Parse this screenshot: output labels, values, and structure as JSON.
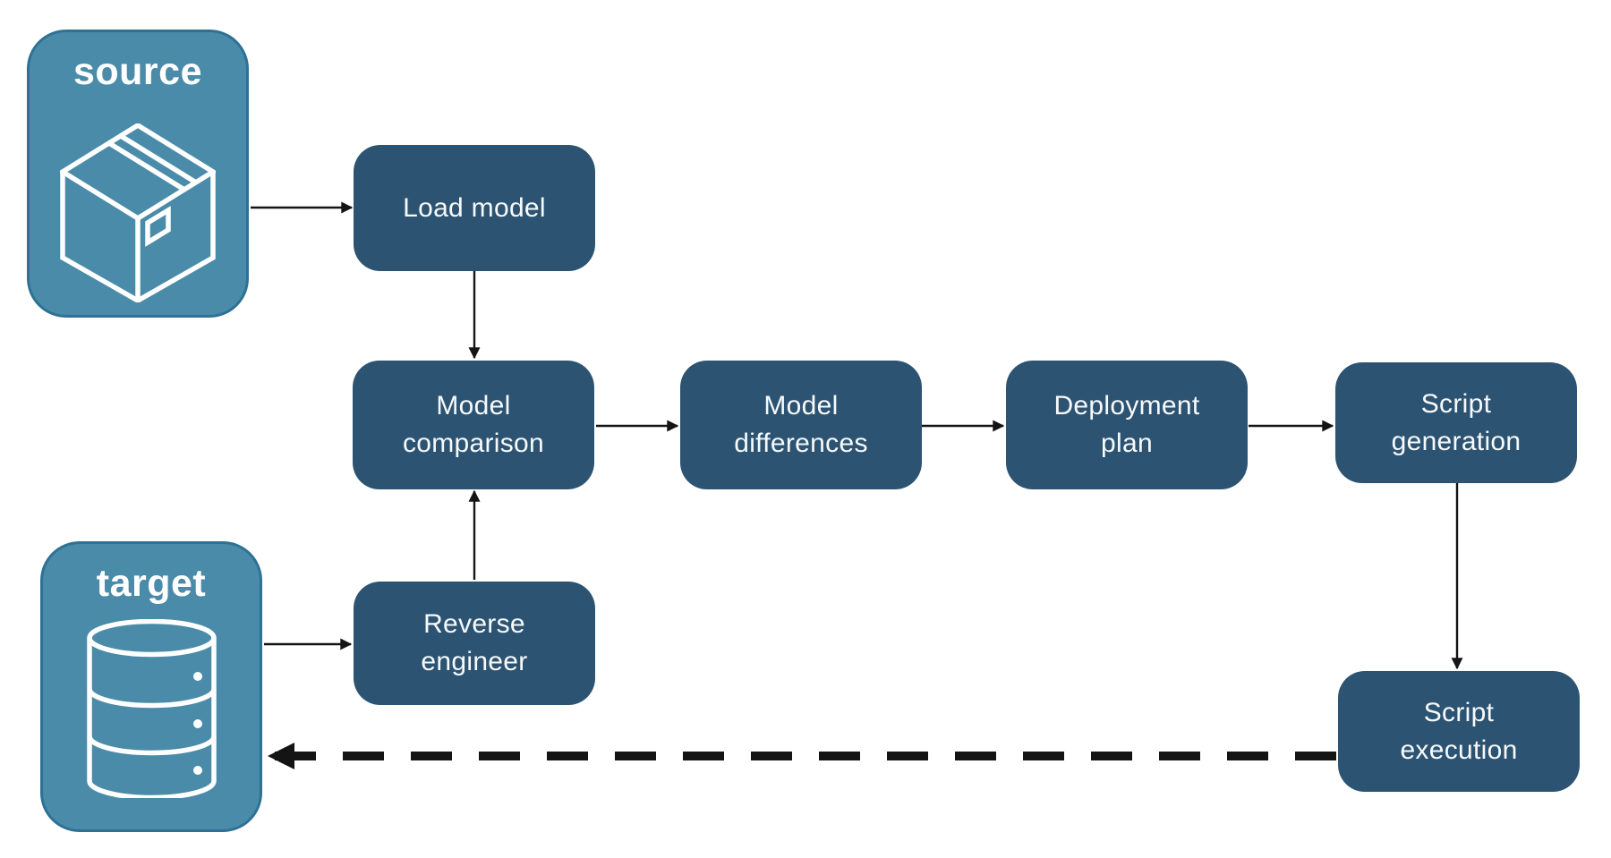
{
  "diagram": {
    "colors": {
      "background": "#ffffff",
      "entity_fill": "#4a8ba9",
      "entity_border": "#2e7195",
      "process_fill": "#2c5472",
      "label_color": "#f7f9fa",
      "arrow_color": "#141414"
    },
    "entities": [
      {
        "id": "source",
        "label": "source",
        "icon": "package-icon"
      },
      {
        "id": "target",
        "label": "target",
        "icon": "database-icon"
      }
    ],
    "processes": [
      {
        "id": "load-model",
        "label": "Load model"
      },
      {
        "id": "model-comparison",
        "label": "Model\ncomparison"
      },
      {
        "id": "model-differences",
        "label": "Model\ndifferences"
      },
      {
        "id": "deployment-plan",
        "label": "Deployment\nplan"
      },
      {
        "id": "script-generation",
        "label": "Script\ngeneration"
      },
      {
        "id": "reverse-engineer",
        "label": "Reverse\nengineer"
      },
      {
        "id": "script-execution",
        "label": "Script\nexecution"
      }
    ],
    "edges": [
      {
        "from": "source",
        "to": "load-model",
        "style": "solid",
        "points": [
          280,
          232,
          393,
          232
        ]
      },
      {
        "from": "load-model",
        "to": "model-comparison",
        "style": "solid",
        "points": [
          530,
          303,
          530,
          400
        ]
      },
      {
        "from": "model-comparison",
        "to": "model-differences",
        "style": "solid",
        "points": [
          666,
          476,
          757,
          476
        ]
      },
      {
        "from": "model-differences",
        "to": "deployment-plan",
        "style": "solid",
        "points": [
          1029,
          476,
          1121,
          476
        ]
      },
      {
        "from": "deployment-plan",
        "to": "script-generation",
        "style": "solid",
        "points": [
          1395,
          476,
          1489,
          476
        ]
      },
      {
        "from": "script-generation",
        "to": "script-execution",
        "style": "solid",
        "points": [
          1628,
          540,
          1628,
          747
        ]
      },
      {
        "from": "target",
        "to": "reverse-engineer",
        "style": "solid",
        "points": [
          295,
          720,
          392,
          720
        ]
      },
      {
        "from": "reverse-engineer",
        "to": "model-comparison",
        "style": "solid",
        "points": [
          530,
          648,
          530,
          549
        ]
      },
      {
        "from": "script-execution",
        "to": "target",
        "style": "dashed",
        "points": [
          1493,
          845,
          302,
          845
        ]
      }
    ]
  }
}
